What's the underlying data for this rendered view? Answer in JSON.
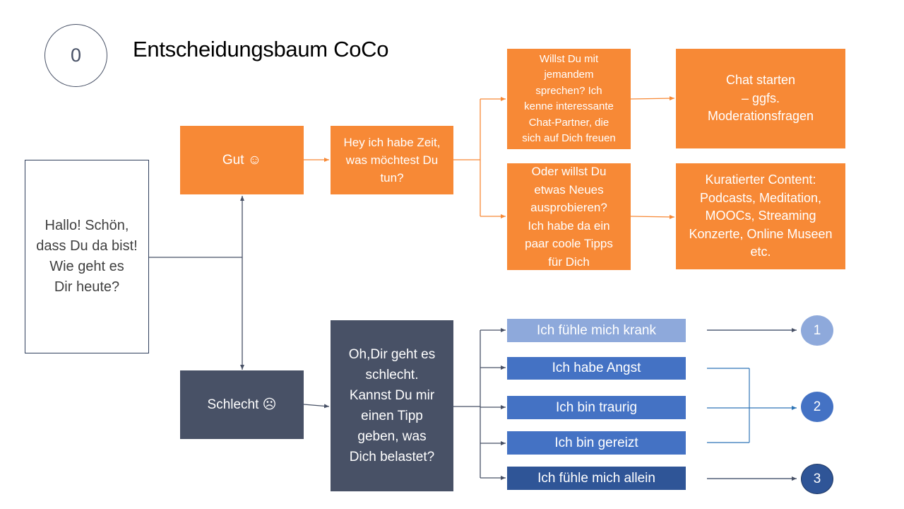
{
  "slide": {
    "number": "0",
    "title": "Entscheidungsbaum CoCo"
  },
  "nodes": {
    "start": "Hallo! Schön,\ndass Du da bist!\nWie geht es\nDir heute?",
    "good": "Gut ☺",
    "bad": "Schlecht ☹",
    "good_time": "Hey ich habe Zeit,\nwas möchtest Du\ntun?",
    "talk_question": "Willst Du mit\njemandem\nsprechen? Ich\nkenne interessante\nChat-Partner, die\nsich auf Dich freuen",
    "try_new_question": "Oder willst Du\netwas Neues\nausprobieren?\nIch habe da ein\npaar coole Tipps\nfür Dich",
    "chat_start": "Chat starten\n– ggfs.\nModerationsfragen",
    "curated_content": "Kuratierter Content:\nPodcasts, Meditation,\nMOOCs, Streaming\nKonzerte, Online Museen\netc.",
    "bad_question": "Oh,Dir geht es\nschlecht.\nKannst Du mir\neinen Tipp\ngeben, was\nDich belastet?"
  },
  "feelings": [
    {
      "label": "Ich fühle mich krank",
      "color": "#8EA9DB"
    },
    {
      "label": "Ich habe Angst",
      "color": "#4472C4"
    },
    {
      "label": "Ich bin traurig",
      "color": "#4472C4"
    },
    {
      "label": "Ich bin gereizt",
      "color": "#4472C4"
    },
    {
      "label": "Ich fühle mich allein",
      "color": "#2F5597"
    }
  ],
  "outcomes": [
    {
      "label": "1",
      "color": "#8EA9DB"
    },
    {
      "label": "2",
      "color": "#4472C4"
    },
    {
      "label": "3",
      "color": "#2F5597"
    }
  ],
  "colors": {
    "orange": "#F78936",
    "slate": "#485166",
    "connector_dark": "#485166",
    "connector_orange": "#F78936",
    "connector_blue": "#2E75B6"
  }
}
